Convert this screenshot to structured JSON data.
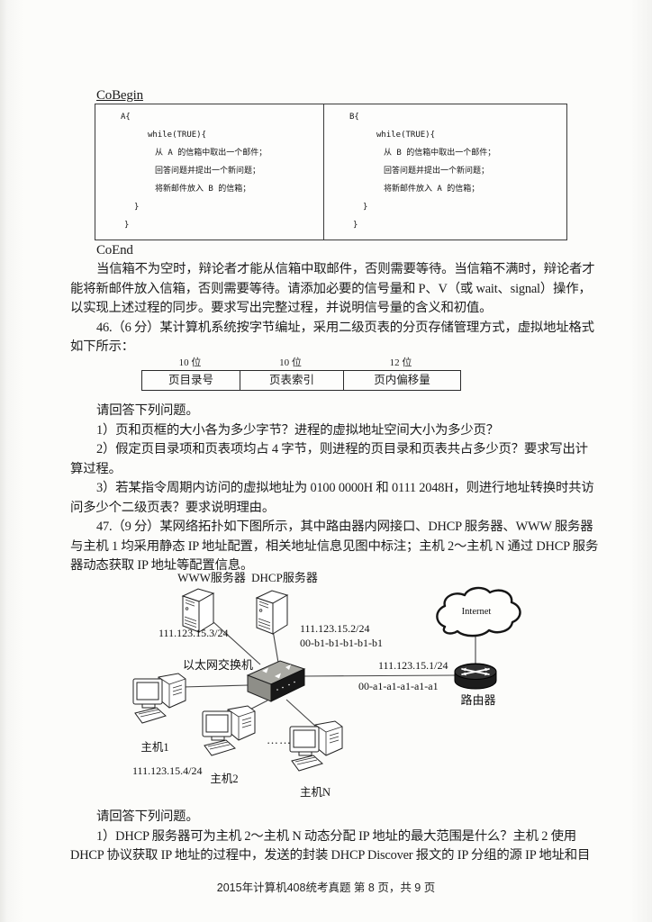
{
  "doc": {
    "cobegin": "CoBegin",
    "coend": "CoEnd",
    "proc_a": [
      "A{",
      "while(TRUE){",
      "从 A 的信箱中取出一个邮件；",
      "回答问题并提出一个新问题；",
      "将新邮件放入 B 的信箱；",
      "}",
      "}"
    ],
    "proc_b": [
      "B{",
      "while(TRUE){",
      "从 B 的信箱中取出一个邮件；",
      "回答问题并提出一个新问题；",
      "将新邮件放入 A 的信箱；",
      "}",
      "}"
    ],
    "para45": [
      "当信箱不为空时，辩论者才能从信箱中取邮件，否则需要等待。当信箱不满时，辩论者才",
      "能将新邮件放入信箱，否则需要等待。请添加必要的信号量和 P、V（或 wait、signal）操作，",
      "以实现上述过程的同步。要求写出完整过程，并说明信号量的含义和初值。",
      "46.（6 分）某计算机系统按字节编址，采用二级页表的分页存储管理方式，虚拟地址格式",
      "如下所示："
    ],
    "addr": {
      "bits": [
        "10 位",
        "10 位",
        "12 位"
      ],
      "fields": [
        "页目录号",
        "页表索引",
        "页内偏移量"
      ]
    },
    "q46": [
      "请回答下列问题。",
      "1）页和页框的大小各为多少字节？进程的虚拟地址空间大小为多少页？",
      "2）假定页目录项和页表项均占 4 字节，则进程的页目录和页表共占多少页？要求写出计",
      "算过程。",
      "3）若某指令周期内访问的虚拟地址为 0100 0000H 和 0111 2048H，则进行地址转换时共访",
      "问多少个二级页表？要求说明理由。",
      "47.（9 分）某网络拓扑如下图所示，其中路由器内网接口、DHCP 服务器、WWW 服务器",
      "与主机 1 均采用静态 IP 地址配置，相关地址信息见图中标注；主机 2～主机 N 通过 DHCP 服务",
      "器动态获取 IP 地址等配置信息。"
    ],
    "net": {
      "www_label": "WWW服务器",
      "www_ip": "111.123.15.3/24",
      "dhcp_label": "DHCP服务器",
      "dhcp_ip": "111.123.15.2/24",
      "dhcp_mac": "00-b1-b1-b1-b1-b1",
      "switch_label": "以太网交换机",
      "internet_label": "Internet",
      "router_label": "路由器",
      "router_ip": "111.123.15.1/24",
      "router_mac": "00-a1-a1-a1-a1-a1",
      "host1_label": "主机1",
      "host1_ip": "111.123.15.4/24",
      "host2_label": "主机2",
      "hostn_label": "主机N",
      "ellipsis": "……"
    },
    "q47": [
      "请回答下列问题。",
      "1）DHCP 服务器可为主机 2～主机 N 动态分配 IP 地址的最大范围是什么？主机 2 使用",
      "DHCP 协议获取 IP 地址的过程中，发送的封装 DHCP Discover 报文的 IP 分组的源 IP 地址和目"
    ],
    "footer": "2015年计算机408统考真题 第 8 页，共 9 页"
  }
}
